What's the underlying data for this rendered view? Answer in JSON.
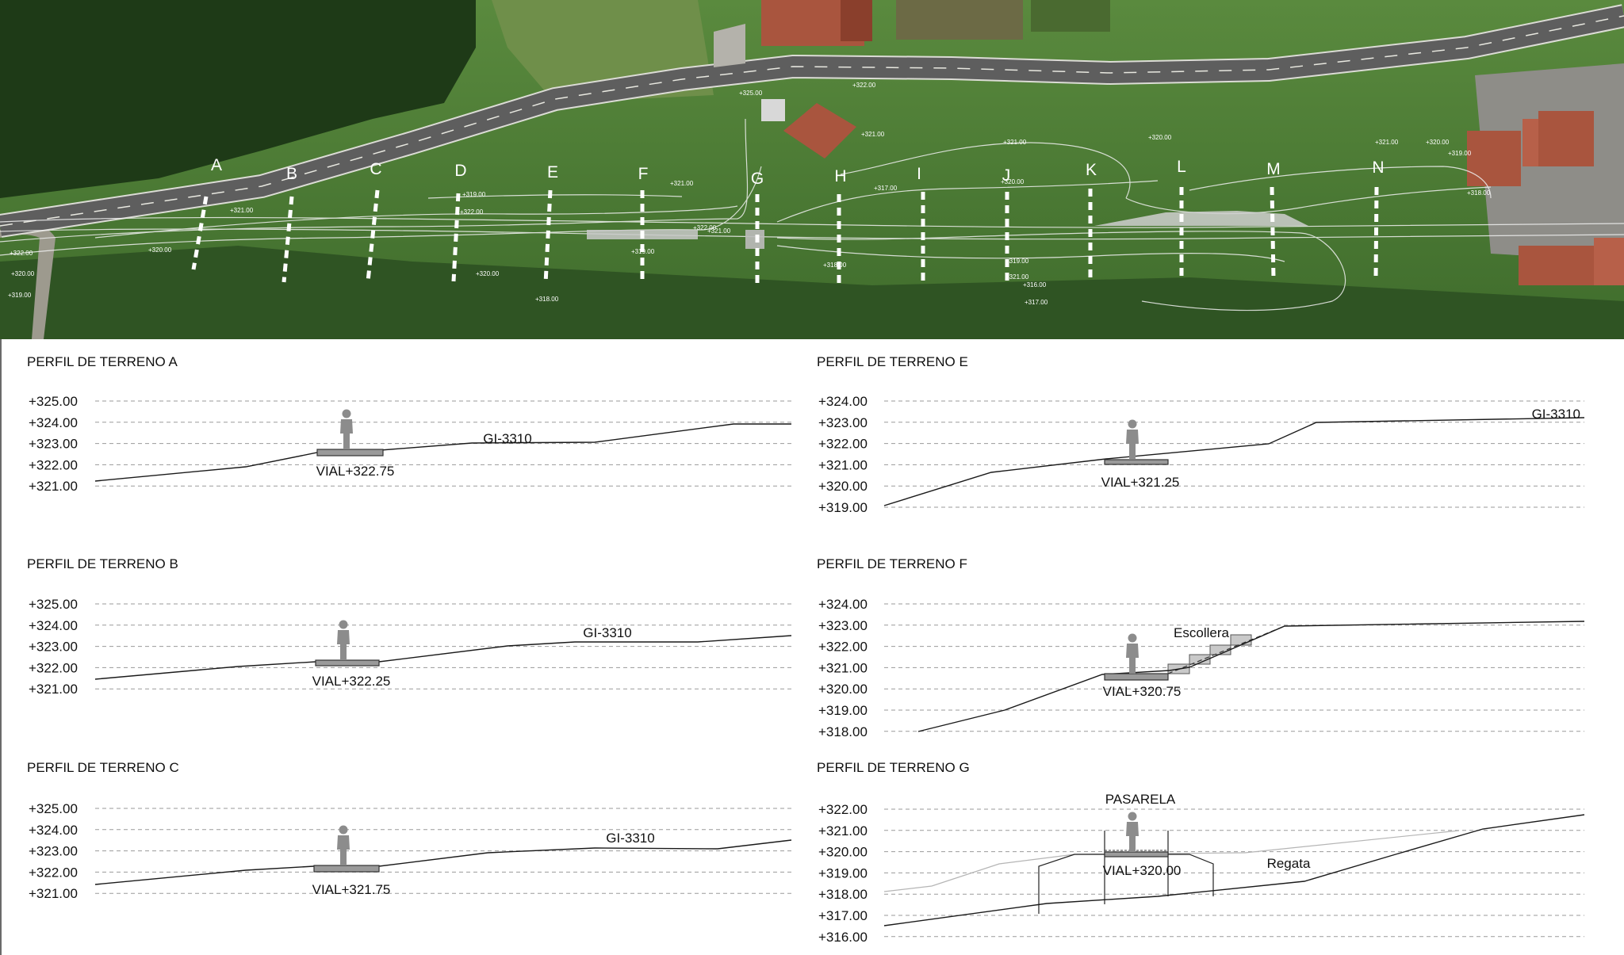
{
  "aerial": {
    "section_letters": [
      "A",
      "B",
      "C",
      "D",
      "E",
      "F",
      "G",
      "H",
      "I",
      "J",
      "K",
      "L",
      "M",
      "N"
    ],
    "contour_labels": [
      "+325.00",
      "+322.00",
      "+321.00",
      "+321.00",
      "+320.00",
      "+320.00",
      "+321.00",
      "+320.00",
      "+319.00",
      "+318.00",
      "+317.00",
      "+322.00",
      "+321.00",
      "+320.00",
      "+319.00",
      "+321.00",
      "+322.00",
      "+321.00",
      "+319.00",
      "+320.00",
      "+318.00",
      "+316.00",
      "+319.00",
      "+321.00",
      "+322.00",
      "+320.00",
      "+319.00",
      "+317.00",
      "+318.00"
    ]
  },
  "profiles": [
    {
      "title": "PERFIL DE TERRENO A",
      "ticks": [
        "+325.00",
        "+324.00",
        "+323.00",
        "+322.00",
        "+321.00"
      ],
      "vial": "VIAL+322.75",
      "annotations": [
        "GI-3310"
      ]
    },
    {
      "title": "PERFIL DE TERRENO B",
      "ticks": [
        "+325.00",
        "+324.00",
        "+323.00",
        "+322.00",
        "+321.00"
      ],
      "vial": "VIAL+322.25",
      "annotations": [
        "GI-3310"
      ]
    },
    {
      "title": "PERFIL DE TERRENO C",
      "ticks": [
        "+325.00",
        "+324.00",
        "+323.00",
        "+322.00",
        "+321.00"
      ],
      "vial": "VIAL+321.75",
      "annotations": [
        "GI-3310"
      ]
    },
    {
      "title": "PERFIL DE TERRENO E",
      "ticks": [
        "+324.00",
        "+323.00",
        "+322.00",
        "+321.00",
        "+320.00",
        "+319.00"
      ],
      "vial": "VIAL+321.25",
      "annotations": [
        "GI-3310"
      ]
    },
    {
      "title": "PERFIL DE TERRENO F",
      "ticks": [
        "+324.00",
        "+323.00",
        "+322.00",
        "+321.00",
        "+320.00",
        "+319.00",
        "+318.00"
      ],
      "vial": "VIAL+320.75",
      "annotations": [
        "Escollera"
      ]
    },
    {
      "title": "PERFIL DE TERRENO G",
      "ticks": [
        "+322.00",
        "+321.00",
        "+320.00",
        "+319.00",
        "+318.00",
        "+317.00",
        "+316.00"
      ],
      "vial": "VIAL+320.00",
      "annotations": [
        "PASARELA",
        "Regata"
      ]
    }
  ],
  "colors": {
    "grass": "#4c7a34",
    "forest": "#1e3a17",
    "road": "#5e5e5e",
    "roof": "#a9553e",
    "grid": "#9a9a9a"
  }
}
